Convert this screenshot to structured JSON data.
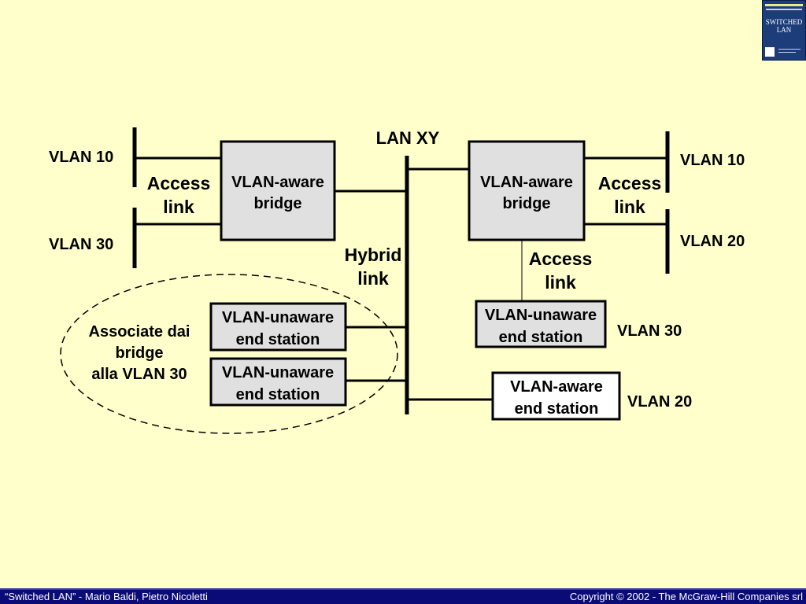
{
  "title": "LAN XY",
  "left_bridge": {
    "label_line1": "VLAN-aware",
    "label_line2": "bridge",
    "vlan_top": "VLAN 10",
    "vlan_bottom": "VLAN 30",
    "access_line1": "Access",
    "access_line2": "link"
  },
  "right_bridge": {
    "label_line1": "VLAN-aware",
    "label_line2": "bridge",
    "vlan_top": "VLAN 10",
    "vlan_bottom": "VLAN 20",
    "access_line1": "Access",
    "access_line2": "link"
  },
  "lower_access": {
    "line1": "Access",
    "line2": "link"
  },
  "hybrid_link": {
    "line1": "Hybrid",
    "line2": "link"
  },
  "group_note": {
    "line1": "Associate dai",
    "line2": "bridge",
    "line3": "alla VLAN 30"
  },
  "stations": [
    {
      "line1": "VLAN-unaware",
      "line2": "end station"
    },
    {
      "line1": "VLAN-unaware",
      "line2": "end station"
    },
    {
      "line1": "VLAN-unaware",
      "line2": "end station",
      "vlan": "VLAN 30"
    },
    {
      "line1": "VLAN-aware",
      "line2": "end station",
      "vlan": "VLAN 20"
    }
  ],
  "cover": {
    "title_line1": "SWITCHED",
    "title_line2": "LAN"
  },
  "footer": {
    "left": "“Switched LAN” - Mario Baldi, Pietro Nicoletti",
    "right": "Copyright © 2002 - The McGraw-Hill Companies srl"
  },
  "colors": {
    "background": "#FFFFCC",
    "box_fill": "#E0E0E0",
    "aware_station_fill": "#FFFFFF",
    "footer": "#0B0B78"
  }
}
